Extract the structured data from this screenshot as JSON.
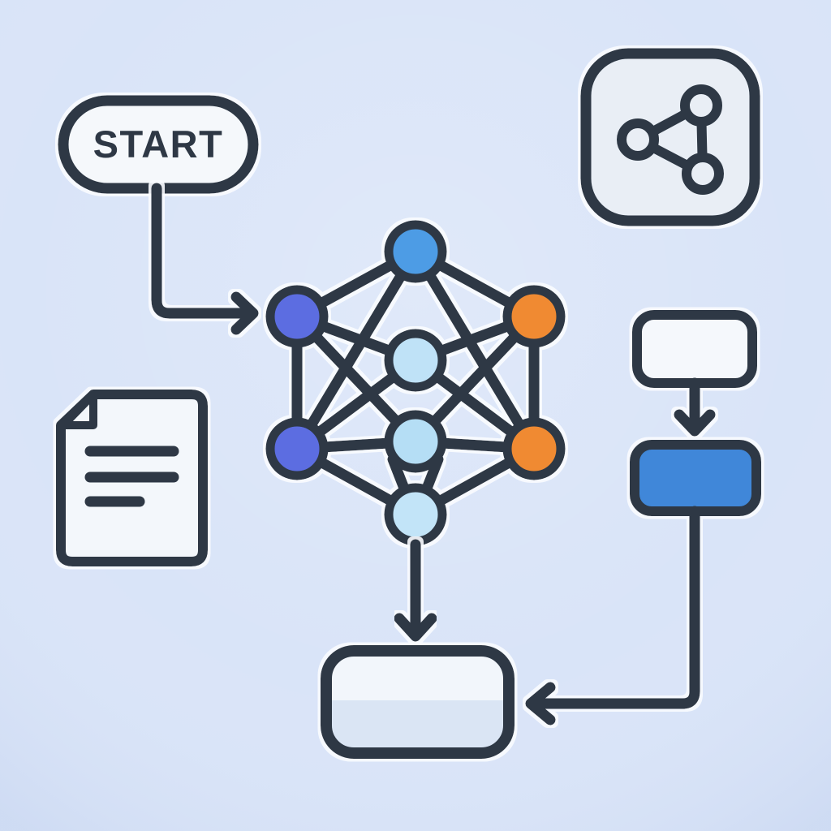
{
  "scene": {
    "background": "#d9e4f8",
    "outline": "#2e3945"
  },
  "start_pill": {
    "label": "START",
    "fill": "#f5f8fb",
    "text_color": "#2e3945"
  },
  "network_graph": {
    "nodes": [
      {
        "id": "node-top",
        "color": "#4d9ce5"
      },
      {
        "id": "node-left-upper",
        "color": "#5b6de1"
      },
      {
        "id": "node-right-upper",
        "color": "#f08a33"
      },
      {
        "id": "node-center",
        "color": "#bfe2f7"
      },
      {
        "id": "node-center-lower",
        "color": "#b5def5"
      },
      {
        "id": "node-left-lower",
        "color": "#5b6de1"
      },
      {
        "id": "node-right-lower",
        "color": "#f08a33"
      },
      {
        "id": "node-bottom",
        "color": "#c2e4f8"
      }
    ]
  },
  "document_icon": {
    "fill": "#f3f7fb",
    "line_count": 3
  },
  "share_icon": {
    "fill": "#e9eef5"
  },
  "flow_right": {
    "top_box_fill": "#f5f8fc",
    "bottom_box_fill": "#3f87d9"
  },
  "output_box": {
    "fill_top": "#f2f6fb",
    "fill_bottom": "#dae5f4"
  }
}
